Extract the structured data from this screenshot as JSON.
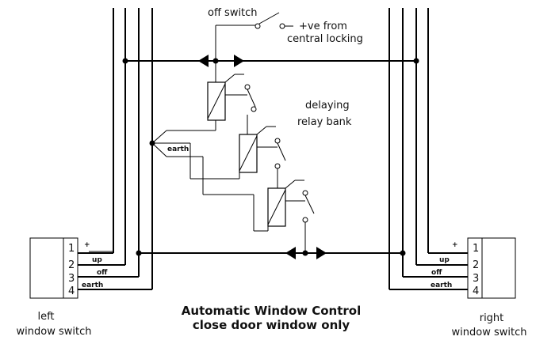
{
  "labels": {
    "off_switch": "off switch",
    "ve_from": "+ve from",
    "central_locking": "central locking",
    "delaying": "delaying",
    "relay_bank": "relay bank",
    "earth": "earth",
    "title_line1": "Automatic Window Control",
    "title_line2": "close door window only"
  },
  "left_switch": {
    "caption_line1": "left",
    "caption_line2": "window switch",
    "plus": "+",
    "terminals": [
      "1",
      "2",
      "3",
      "4"
    ],
    "wire_labels": [
      "up",
      "off",
      "earth"
    ]
  },
  "right_switch": {
    "caption_line1": "right",
    "caption_line2": "window switch",
    "plus": "+",
    "terminals": [
      "1",
      "2",
      "3",
      "4"
    ],
    "wire_labels": [
      "up",
      "off",
      "earth"
    ]
  },
  "colors": {
    "line": "#000000",
    "background": "#ffffff"
  }
}
